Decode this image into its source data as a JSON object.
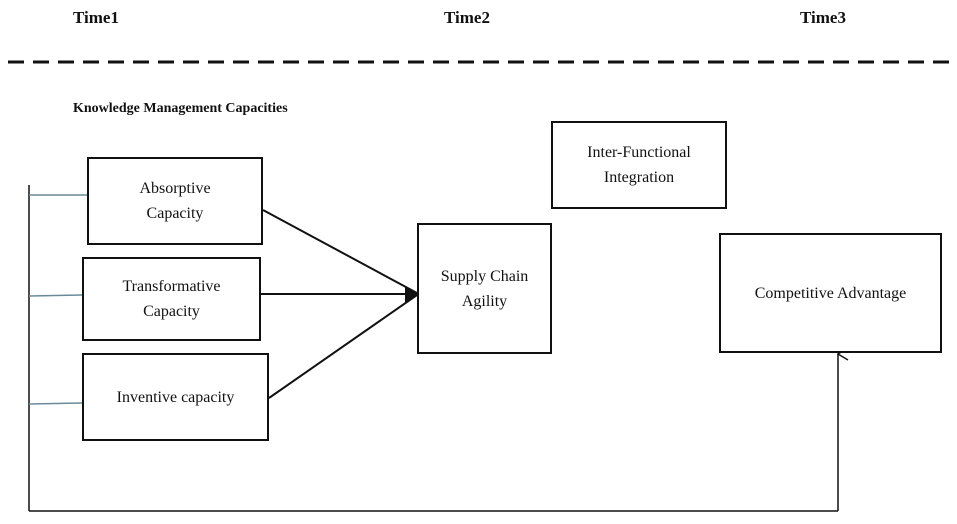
{
  "time_labels": [
    "Time1",
    "Time2",
    "Time3"
  ],
  "section_title": "Knowledge Management Capacities",
  "boxes": {
    "absorptive": [
      "Absorptive",
      "Capacity"
    ],
    "transformative": [
      "Transformative",
      "Capacity"
    ],
    "inventive": [
      "Inventive capacity"
    ],
    "supply_chain_agility": [
      "Supply Chain",
      "Agility"
    ],
    "inter_functional_integration": [
      "Inter-Functional",
      "Integration"
    ],
    "competitive_advantage": [
      "Competitive Advantage"
    ]
  },
  "colors": {
    "line": "#111111",
    "connector": "#6a8a9a"
  }
}
